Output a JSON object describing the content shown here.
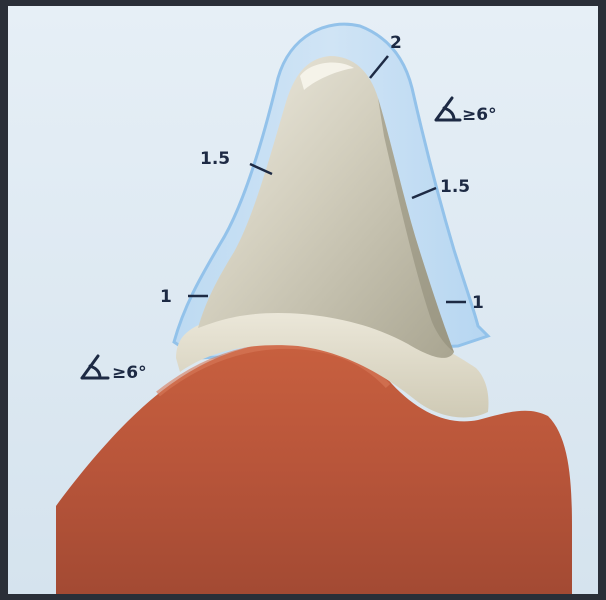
{
  "labels": {
    "incisal": "2",
    "mid_left": "1.5",
    "mid_right": "1.5",
    "cervical_left": "1",
    "cervical_right": "1",
    "angle_right": "≥6°",
    "angle_left": "≥6°"
  },
  "colors": {
    "background": "#dfeaf3",
    "crown_outline": "#9cc6ec",
    "tooth": "#d4d0bf",
    "gum": "#c25a3e",
    "text": "#1d2a44"
  }
}
